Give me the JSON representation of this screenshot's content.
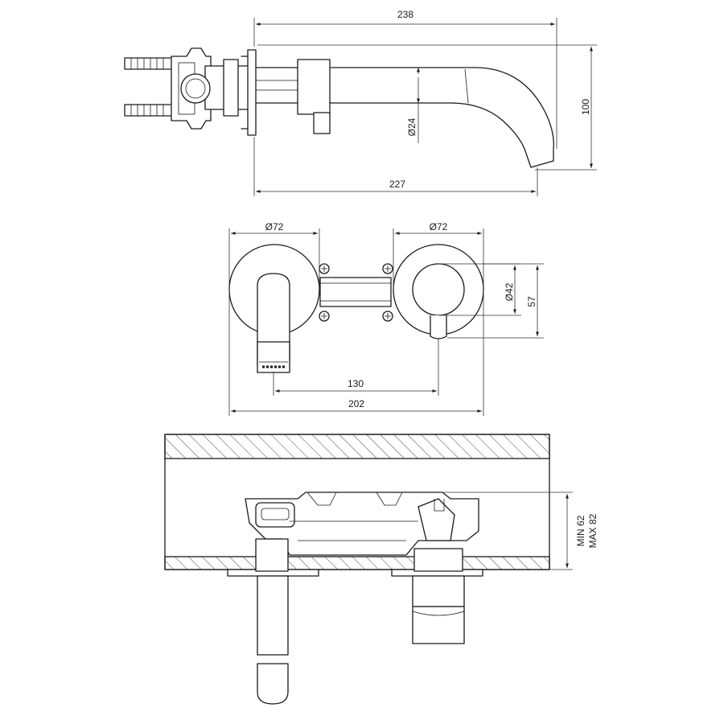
{
  "dimensions": {
    "top_width": "238",
    "top_height": "100",
    "spout_diameter": "Ø24",
    "top_projection": "227",
    "left_rosette": "Ø72",
    "right_rosette": "Ø72",
    "handle_diameter": "Ø42",
    "handle_height": "57",
    "center_distance": "130",
    "total_width": "202",
    "depth_min": "MIN 62",
    "depth_max": "MAX 82"
  }
}
